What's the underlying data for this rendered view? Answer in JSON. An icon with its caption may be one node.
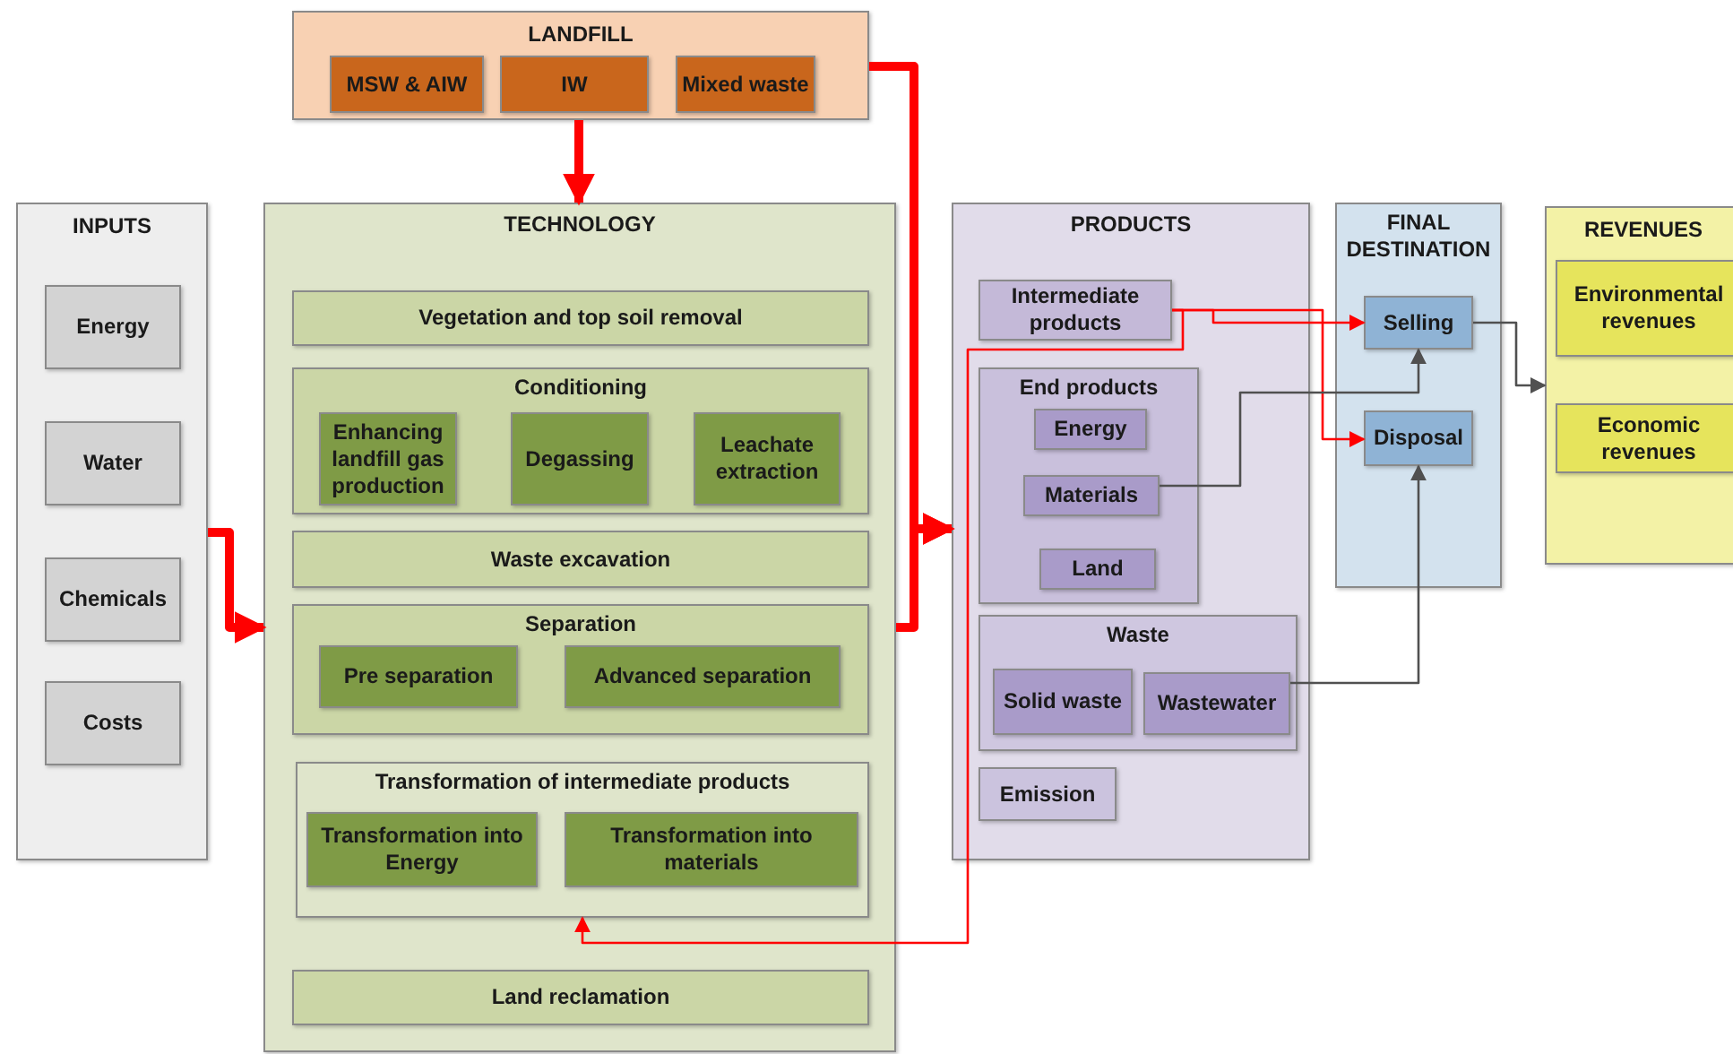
{
  "diagram": {
    "nodes": [
      {
        "text": [
          "LANDFILL"
        ]
      },
      {
        "text": [
          "MSW & AIW"
        ],
        "in": 0
      },
      {
        "text": [
          "IW"
        ],
        "in": 0
      },
      {
        "text": [
          "Mixed waste"
        ],
        "in": 0
      },
      {
        "text": [
          "INPUTS"
        ]
      },
      {
        "text": [
          "Energy"
        ],
        "in": 4
      },
      {
        "text": [
          "Water"
        ],
        "in": 4
      },
      {
        "text": [
          "Chemicals"
        ],
        "in": 4
      },
      {
        "text": [
          "Costs"
        ],
        "in": 4
      },
      {
        "text": [
          "TECHNOLOGY"
        ]
      },
      {
        "text": [
          "Vegetation and top soil removal"
        ],
        "in": 9
      },
      {
        "text": [
          "Conditioning"
        ],
        "in": 9
      },
      {
        "text": [
          "Enhancing landfill gas production"
        ],
        "in": 11
      },
      {
        "text": [
          "Degassing"
        ],
        "in": 11
      },
      {
        "text": [
          "Leachate extraction"
        ],
        "in": 11
      },
      {
        "text": [
          "Waste excavation"
        ],
        "in": 9
      },
      {
        "text": [
          "Separation"
        ],
        "in": 9
      },
      {
        "text": [
          "Pre separation"
        ],
        "in": 16
      },
      {
        "text": [
          "Advanced separation"
        ],
        "in": 16
      },
      {
        "text": [
          "Transformation of intermediate products"
        ],
        "in": 9
      },
      {
        "text": [
          "Transformation into Energy"
        ],
        "in": 19
      },
      {
        "text": [
          "Transformation into materials"
        ],
        "in": 19
      },
      {
        "text": [
          "Land reclamation"
        ],
        "in": 9
      },
      {
        "text": [
          "PRODUCTS"
        ]
      },
      {
        "text": [
          "Intermediate products"
        ],
        "in": 23
      },
      {
        "text": [
          "End products"
        ],
        "in": 23
      },
      {
        "text": [
          "Energy"
        ],
        "in": 25
      },
      {
        "text": [
          "Materials"
        ],
        "in": 25
      },
      {
        "text": [
          "Land"
        ],
        "in": 25
      },
      {
        "text": [
          "Waste"
        ],
        "in": 23
      },
      {
        "text": [
          "Solid waste"
        ],
        "in": 29
      },
      {
        "text": [
          "Wastewater"
        ],
        "in": 29
      },
      {
        "text": [
          "Emission"
        ],
        "in": 23
      },
      {
        "text": [
          "FINAL DESTINATION"
        ]
      },
      {
        "text": [
          "Selling"
        ],
        "in": 33
      },
      {
        "text": [
          "Disposal"
        ],
        "in": 33
      },
      {
        "text": [
          "REVENUES"
        ]
      },
      {
        "text": [
          "Environmental revenues"
        ],
        "in": 36
      },
      {
        "text": [
          "Economic revenues"
        ],
        "in": 36
      }
    ],
    "edges": [
      {
        "from": 0,
        "to": 9,
        "arrow": "to",
        "style": "thick"
      },
      {
        "from": 0,
        "to": 23,
        "arrow": "to",
        "style": "thick"
      },
      {
        "from": 9,
        "to": 23,
        "arrow": "to",
        "style": "thick"
      },
      {
        "from": 4,
        "to": 9,
        "arrow": "to",
        "style": "thick"
      },
      {
        "from": 24,
        "to": 34,
        "arrow": "to"
      },
      {
        "from": 24,
        "to": 35,
        "arrow": "to"
      },
      {
        "from": 24,
        "to": 19,
        "arrow": "to"
      },
      {
        "from": 27,
        "to": 34,
        "arrow": "to",
        "color": "#505050"
      },
      {
        "from": 31,
        "to": 35,
        "arrow": "to",
        "color": "#505050"
      },
      {
        "from": 34,
        "to": 36,
        "arrow": "to",
        "color": "#505050"
      }
    ]
  }
}
